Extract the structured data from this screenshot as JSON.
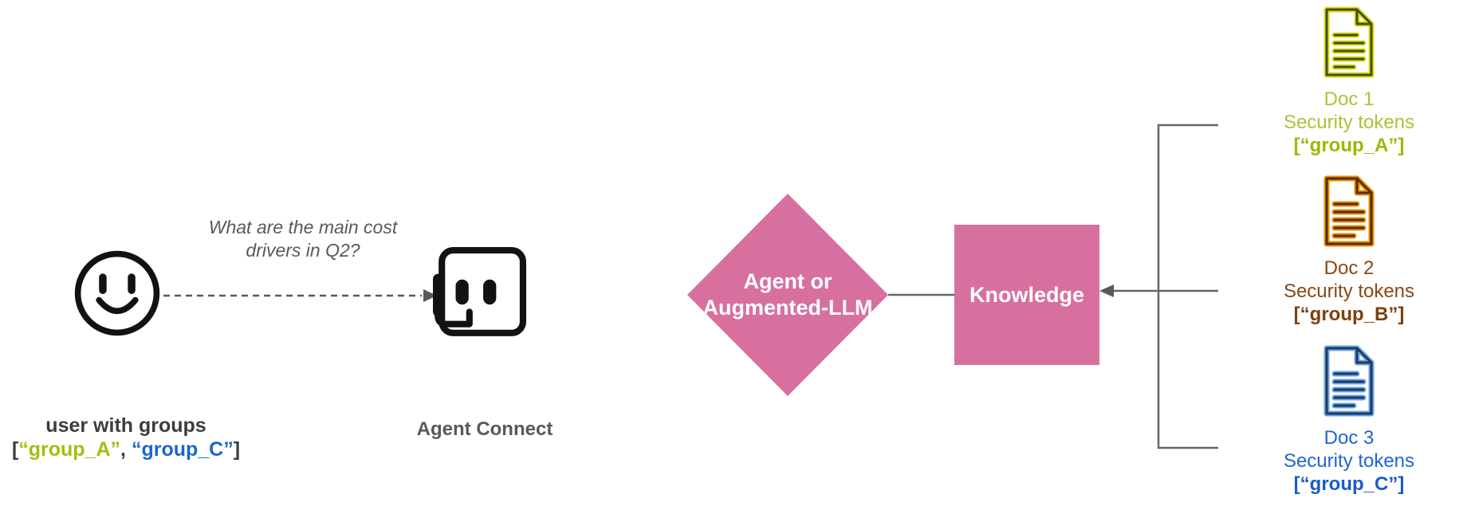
{
  "diagram": {
    "user": {
      "label": "user with groups",
      "tokens": {
        "open": "[",
        "group_a": "“group_A”",
        "sep": ", ",
        "group_c": "“group_C”",
        "close": "]"
      }
    },
    "message": {
      "line1": "What are the main cost",
      "line2": "drivers in Q2?"
    },
    "agent": {
      "label": "Agent Connect"
    },
    "diamond": {
      "label": "Agent or Augmented-LLM"
    },
    "knowledge": {
      "label": "Knowledge"
    },
    "docs": [
      {
        "name": "Doc 1",
        "subtitle": "Security tokens",
        "tokens": "[“group_A”]",
        "icon": "document-icon",
        "label_color": "#a9c437",
        "token_color": "#9fb700",
        "icon_ink": "#4a4a08",
        "icon_glow": "#d9e021"
      },
      {
        "name": "Doc 2",
        "subtitle": "Security tokens",
        "tokens": "[“group_B”]",
        "icon": "document-icon",
        "label_color": "#8a4713",
        "token_color": "#7d3f0d",
        "icon_ink": "#532d04",
        "icon_glow": "#ef8d00"
      },
      {
        "name": "Doc 3",
        "subtitle": "Security tokens",
        "tokens": "[“group_C”]",
        "icon": "document-icon",
        "label_color": "#1f66d0",
        "token_color": "#1a5bc8",
        "icon_ink": "#1c3a5e",
        "icon_glow": "#6ba3e8"
      }
    ],
    "colors": {
      "accent_pink": "#d7709f",
      "connector_gray": "#666666",
      "text_dark": "#3d3d3d",
      "text_gray": "#595959",
      "group_a_green": "#a6bd0f",
      "group_c_blue": "#1b66cc",
      "icon_black": "#121212"
    }
  }
}
